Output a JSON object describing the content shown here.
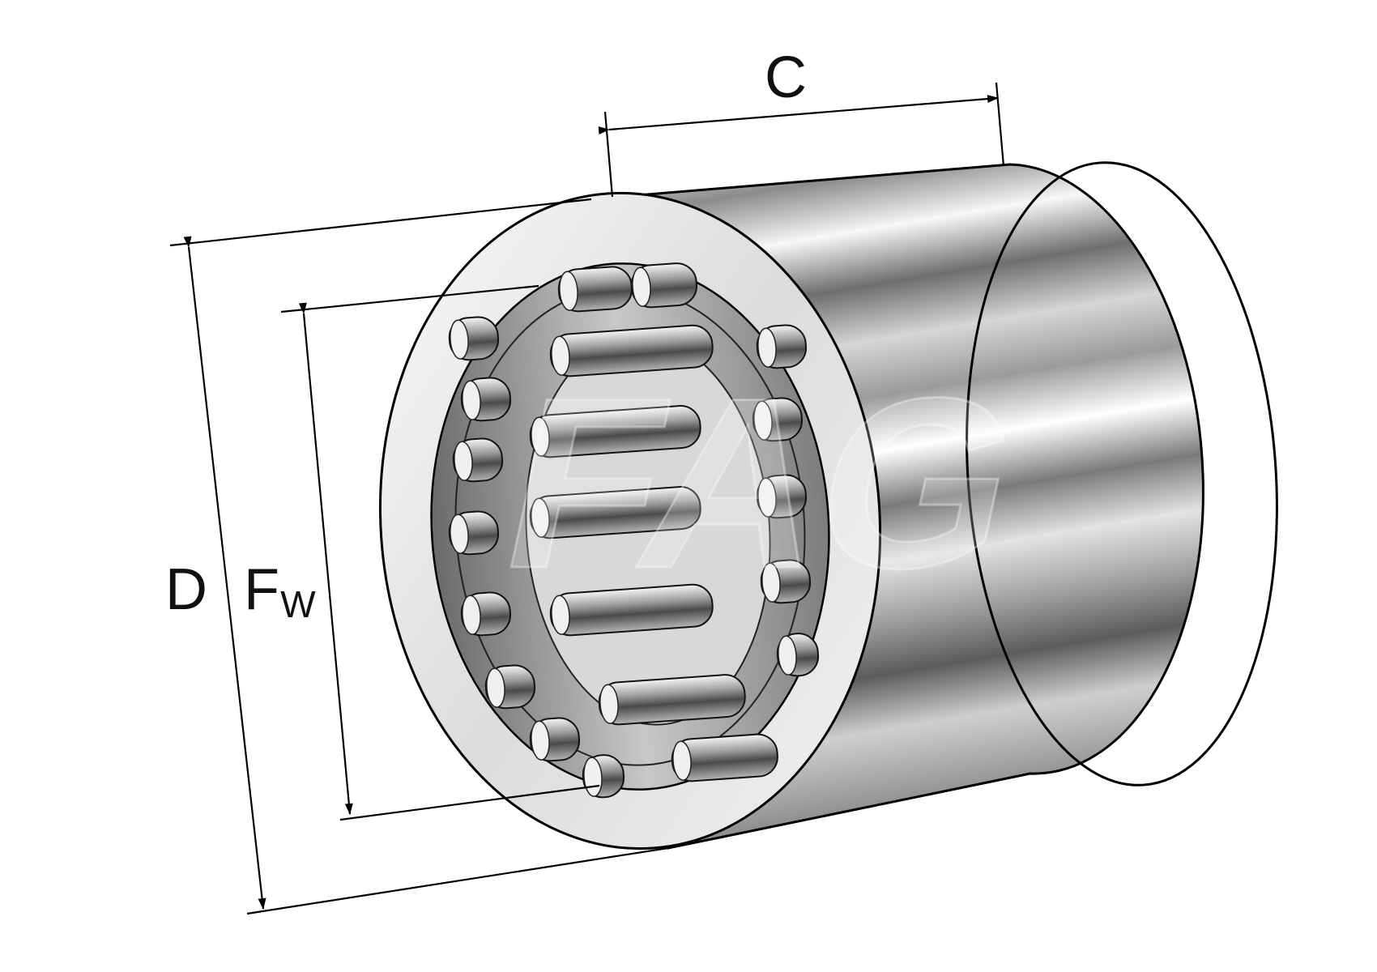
{
  "dimensions": {
    "width_label": "C",
    "outer_diameter_label": "D",
    "inner_diameter_label_main": "F",
    "inner_diameter_label_sub": "W"
  },
  "watermark": "FAG",
  "colors": {
    "line": "#000000",
    "steel_dark": "#3c3c3c",
    "steel_mid": "#9a9a9a",
    "steel_light": "#f4f4f4",
    "background": "#ffffff"
  }
}
